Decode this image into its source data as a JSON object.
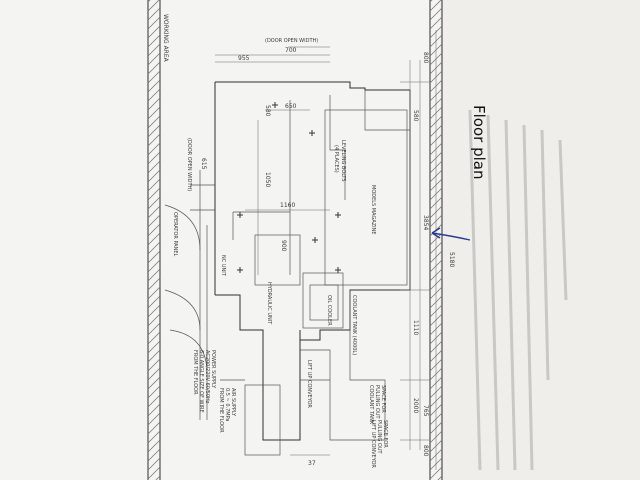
{
  "caption": "Floor plan",
  "labels": {
    "working_area": "WORKING AREA",
    "door_open_width_top": "(DOOR OPEN WIDTH)",
    "door_open_width_left": "(DOOR OPEN WIDTH)",
    "leveling_bolts": "LEVELING BOLTS",
    "leveling_bolts_qty": "(4 PLACES)",
    "models_magazine": "MODELS MAGAZINE",
    "operator_panel": "OPERATOR PANEL",
    "nc_unit": "NC UNIT",
    "hydraulic_unit": "HYDRAULIC UNIT",
    "oil_cooler": "OIL COOLER",
    "coolant_tank": "COOLANT TANK (4000L)",
    "lift_up_conveyor": "LIFT UP CONVEYOR",
    "air_supply_1": "AIR SUPPLY",
    "air_supply_2": "0.5 ~ 0.7MPa",
    "air_supply_3": "FROM THE FLOOR",
    "power_supply_1": "POWER SUPPLY",
    "power_supply_2": "AC200/220V 60/50Hz",
    "power_supply_3": "6-0 ANGLE SIZE OF WIRE",
    "power_supply_4": "FROM THE FLOOR",
    "space_pulling_tank_1": "SPACE FOR",
    "space_pulling_tank_2": "PULLING OUT",
    "space_pulling_tank_3": "COOLANT TANK",
    "space_pulling_conv_1": "SPACE FOR",
    "space_pulling_conv_2": "PULLING OUT",
    "space_pulling_conv_3": "LIFT UP CONVEYOR"
  },
  "dimensions": {
    "d_700": "700",
    "d_955": "955",
    "d_800_top": "800",
    "d_800_bottom": "800",
    "d_5180": "5180",
    "d_3854": "3854",
    "d_1110": "1110",
    "d_2000": "2000",
    "d_765": "765",
    "d_580": "580",
    "d_1160": "1160",
    "d_1050": "1050",
    "d_650": "650",
    "d_580b": "580",
    "d_900": "900",
    "d_615": "615",
    "d_37": "37"
  },
  "colors": {
    "paper": "#f4f4f2",
    "ink": "#2e2e2e",
    "arrow": "#2b3a8f"
  }
}
